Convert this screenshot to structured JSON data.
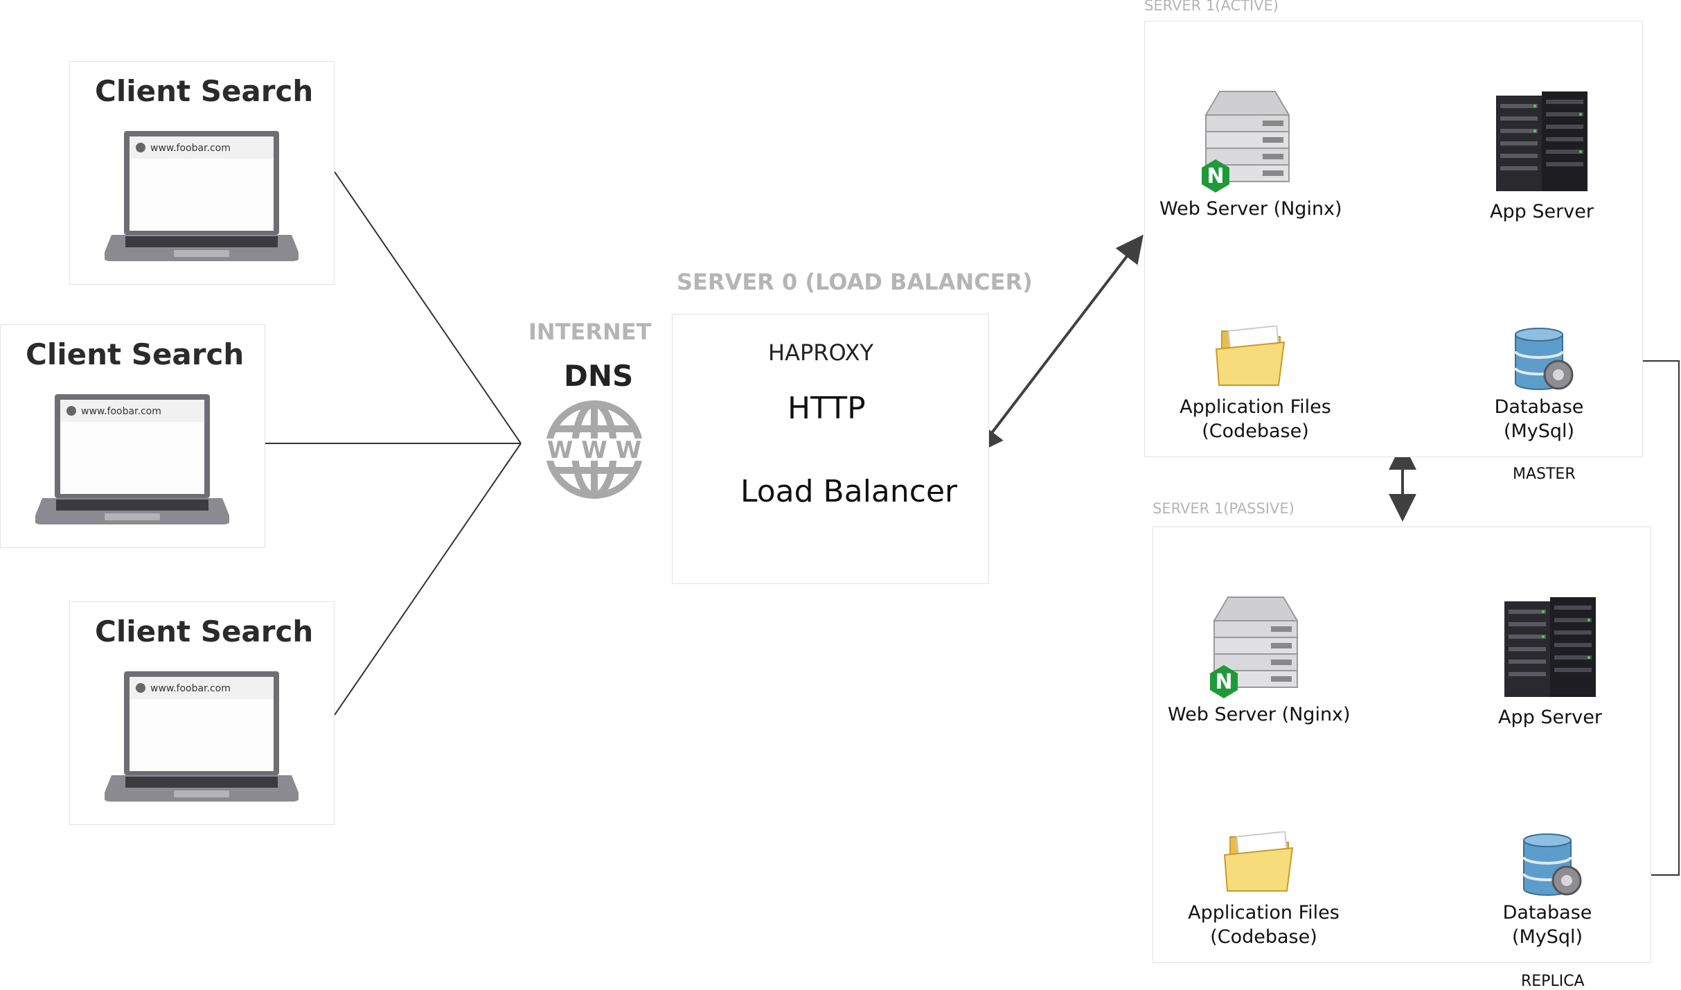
{
  "clients": [
    {
      "title": "Client Search",
      "url": "www.foobar.com"
    },
    {
      "title": "Client Search",
      "url": "www.foobar.com"
    },
    {
      "title": "Client Search",
      "url": "www.foobar.com"
    }
  ],
  "internet": {
    "label": "INTERNET",
    "dns": "DNS",
    "globe_text": "W W W"
  },
  "load_balancer": {
    "title": "SERVER 0  (LOAD BALANCER)",
    "haproxy": "HAPROXY",
    "http": "HTTP",
    "caption": "Load Balancer"
  },
  "server_active": {
    "title": "SERVER  1(ACTIVE)",
    "web_server": "Web Server (Nginx)",
    "app_server": "App Server",
    "files_line1": "Application Files",
    "files_line2": "(Codebase)",
    "db_line1": "Database",
    "db_line2": "(MySql)",
    "role": "MASTER"
  },
  "server_passive": {
    "title": "SERVER  1(PASSIVE)",
    "web_server": "Web Server (Nginx)",
    "app_server": "App Server",
    "files_line1": "Application Files",
    "files_line2": "(Codebase)",
    "db_line1": "Database",
    "db_line2": "(MySql)",
    "role": "REPLICA"
  },
  "nginx_badge": "N",
  "colors": {
    "arrow": "#404040",
    "box_border": "#e3e3e3",
    "grey_text": "#b5b5b5",
    "nginx_green": "#1f9a3a",
    "folder": "#f2d36b"
  }
}
